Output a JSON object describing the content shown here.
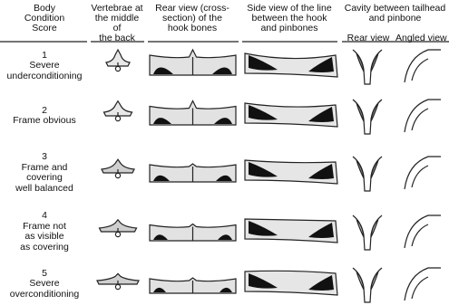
{
  "headers": {
    "score": [
      "Body",
      "Condition",
      "Score"
    ],
    "vertebrae": [
      "Vertebrae at",
      "the middle of",
      "the back"
    ],
    "rear_view": [
      "Rear view (cross-",
      "section) of the",
      "hook bones"
    ],
    "side_view": [
      "Side view of the line",
      "between the hook",
      "and pinbones"
    ],
    "cavity": [
      "Cavity between tailhead",
      "and pinbone"
    ],
    "cavity_rear": "Rear view",
    "cavity_angled": "Angled view"
  },
  "rows": [
    {
      "number": "1",
      "lines": [
        "Severe",
        "underconditioning"
      ]
    },
    {
      "number": "2",
      "lines": [
        "Frame obvious"
      ]
    },
    {
      "number": "3",
      "lines": [
        "Frame and",
        "covering",
        "well balanced"
      ]
    },
    {
      "number": "4",
      "lines": [
        "Frame not",
        "as visible",
        "as covering"
      ]
    },
    {
      "number": "5",
      "lines": [
        "Severe",
        "overconditioning"
      ]
    }
  ]
}
